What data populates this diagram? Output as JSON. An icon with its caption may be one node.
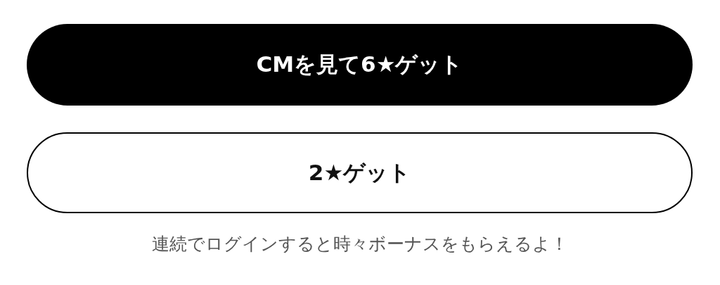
{
  "diagram": {
    "nodes": [
      {
        "text": [
          "CMを見て6★ゲット"
        ]
      },
      {
        "text": [
          "2★ゲット"
        ]
      }
    ],
    "labels": [
      "連続でログインすると時々ボーナスをもらえるよ！"
    ]
  }
}
